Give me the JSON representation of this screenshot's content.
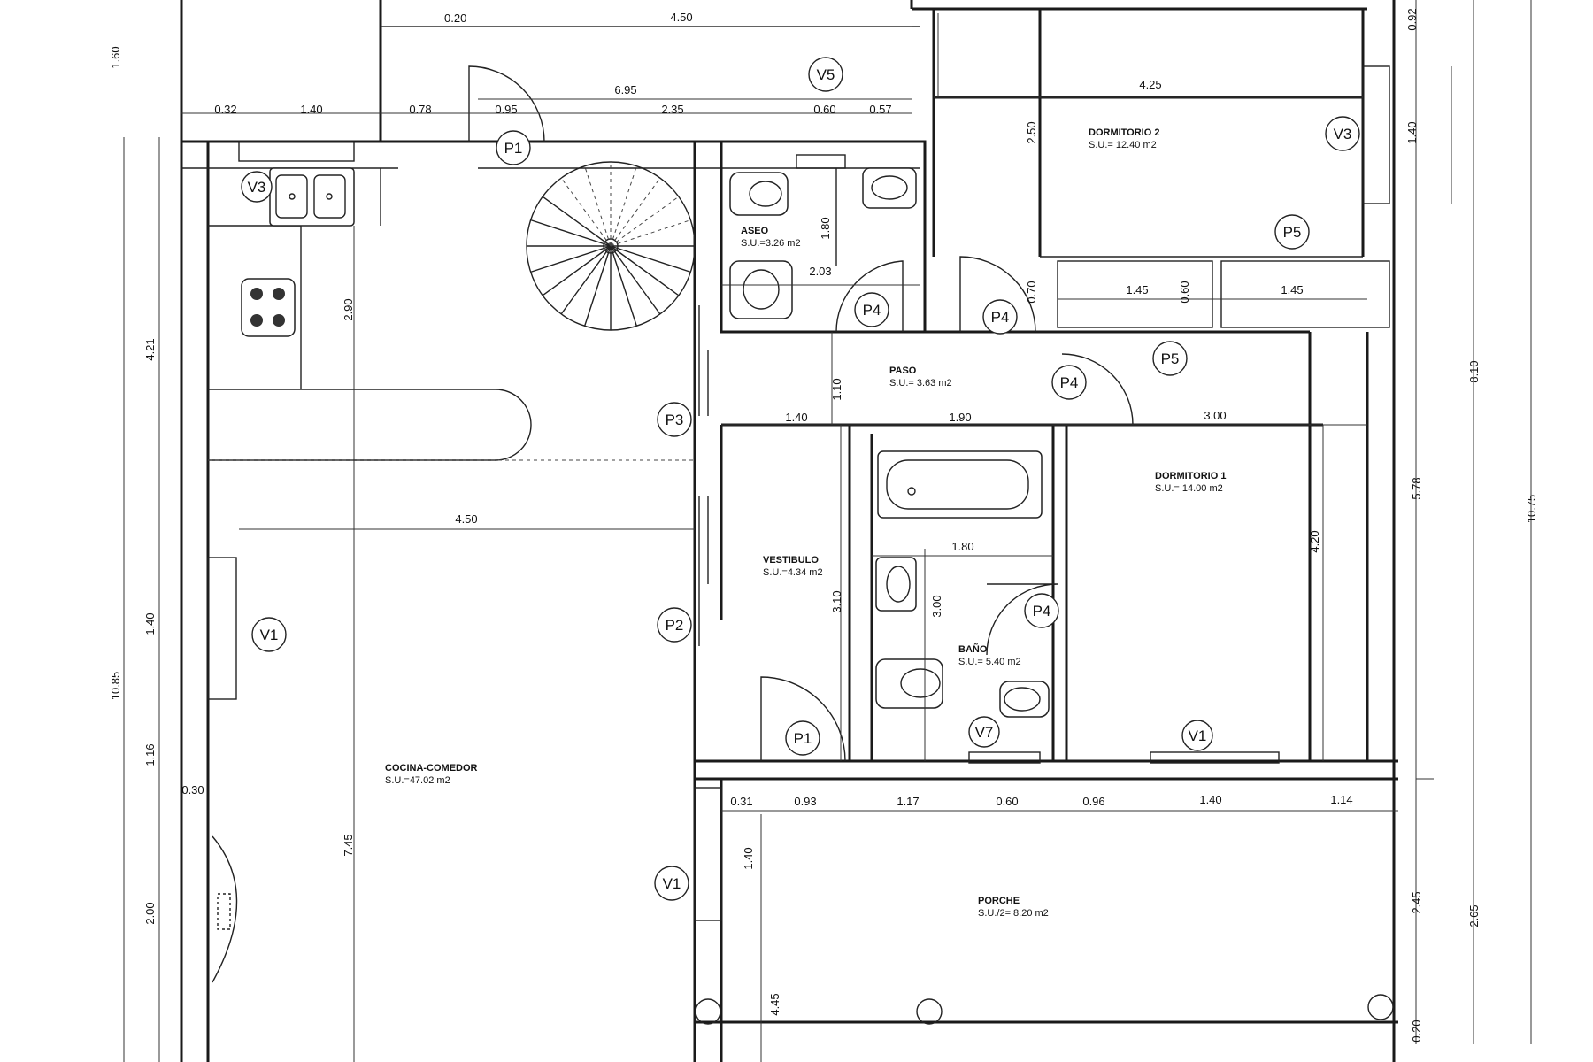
{
  "rooms": {
    "cocina": {
      "name": "COCINA-COMEDOR",
      "area": "S.U.=47.02 m2"
    },
    "aseo": {
      "name": "ASEO",
      "area": "S.U.=3.26 m2"
    },
    "paso": {
      "name": "PASO",
      "area": "S.U.= 3.63 m2"
    },
    "vestibulo": {
      "name": "VESTIBULO",
      "area": "S.U.=4.34 m2"
    },
    "bano": {
      "name": "BAÑO",
      "area": "S.U.= 5.40 m2"
    },
    "dorm1": {
      "name": "DORMITORIO 1",
      "area": "S.U.= 14.00 m2"
    },
    "dorm2": {
      "name": "DORMITORIO 2",
      "area": "S.U.= 12.40 m2"
    },
    "porche": {
      "name": "PORCHE",
      "area": "S.U./2= 8.20 m2"
    }
  },
  "tags": {
    "v1": "V1",
    "v3": "V3",
    "v5": "V5",
    "v7": "V7",
    "p1": "P1",
    "p2": "P2",
    "p3": "P3",
    "p4": "P4",
    "p5": "P5"
  },
  "dims": {
    "top": {
      "d020": "0.20",
      "d450": "4.50",
      "d695": "6.95",
      "d032": "0.32",
      "d140": "1.40",
      "d078": "0.78",
      "d095": "0.95",
      "d235": "2.35",
      "d060": "0.60",
      "d057": "0.57"
    },
    "dorm2": {
      "w": "4.25",
      "h": "2.50",
      "win": "1.40",
      "top": "0.92"
    },
    "closets": {
      "a": "1.45",
      "b": "1.45",
      "h": "0.60",
      "c": "0.70"
    },
    "left": {
      "d160": "1.60",
      "d421": "4.21",
      "d140": "1.40",
      "d116": "1.16",
      "d200": "2.00",
      "d1085": "10.85",
      "d030": "0.30"
    },
    "interior": {
      "d290": "2.90",
      "d450": "4.50",
      "d745": "7.45",
      "aseo_w": "2.03",
      "aseo_h": "1.80",
      "paso_h": "1.10",
      "d140b": "1.40",
      "d190": "1.90",
      "d300": "3.00",
      "d180": "1.80",
      "d300b": "3.00",
      "d310": "3.10",
      "d420": "4.20"
    },
    "bottom": {
      "d031": "0.31",
      "d093": "0.93",
      "d117": "1.17",
      "d060": "0.60",
      "d096": "0.96",
      "d140": "1.40",
      "d114": "1.14",
      "d140v": "1.40",
      "d445": "4.45"
    },
    "right": {
      "d578": "5.78",
      "d810": "8.10",
      "d1075": "10.75",
      "d245": "2.45",
      "d265": "2.65",
      "d020": "0.20"
    }
  }
}
